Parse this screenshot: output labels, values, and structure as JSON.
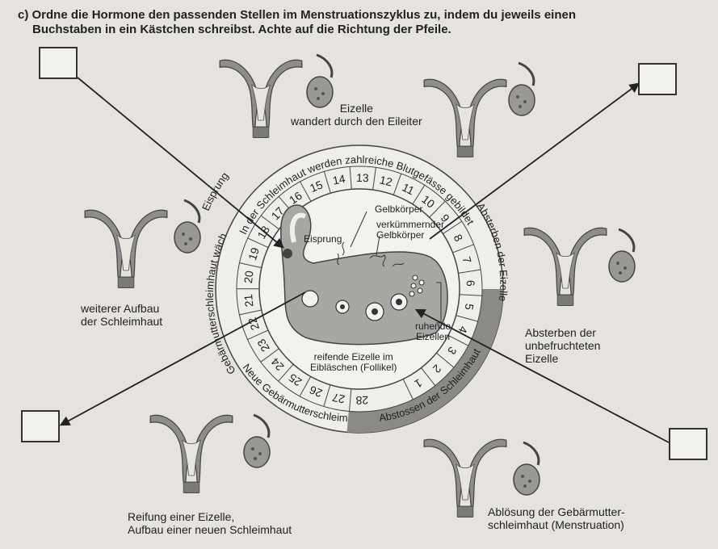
{
  "task": {
    "label": "c)",
    "line1": "Ordne die Hormone den passenden Stellen im Menstruationszyklus zu, indem du jeweils einen",
    "line2": "Buchstaben in ein Kästchen schreibst. Achte auf die Richtung der Pfeile."
  },
  "answer_boxes": [
    "",
    "",
    "",
    ""
  ],
  "stage_labels": {
    "top": "Eizelle\nwandert durch den Eileiter",
    "left": "weiterer Aufbau\nder Schleimhaut",
    "right": "Absterben der\nunbefruchteten\nEizelle",
    "bottom_left": "Reifung einer Eizelle,\nAufbau einer neuen Schleimhaut",
    "bottom_right": "Ablösung der Gebärmutter-\nschleimhaut (Menstruation)"
  },
  "ring": {
    "days": [
      "1",
      "2",
      "3",
      "4",
      "5",
      "6",
      "7",
      "8",
      "9",
      "10",
      "11",
      "12",
      "13",
      "14",
      "15",
      "16",
      "17",
      "18",
      "19",
      "20",
      "21",
      "22",
      "23",
      "24",
      "25",
      "26",
      "27",
      "28"
    ],
    "arc_texts": {
      "top": "In der Schleimhaut werden zahlreiche Blutgefässe gebildet",
      "right": "Absterben der Eizelle",
      "left": "Gebärmutterschleimhaut wächst heran",
      "bottom_left": "Neue Gebärmutterschleimhaut",
      "bottom_right": "Abstossen der Schleimhaut",
      "upper_left": "Eisprung"
    }
  },
  "ovary_labels": {
    "gelbkoerper": "Gelbkörper",
    "verkuemmert": "verkümmernder\nGelbkörper",
    "eisprung": "Eisprung",
    "ruhende": "ruhende\nEizellen",
    "reifende": "reifende Eizelle im\nEibläschen (Follikel)"
  },
  "colors": {
    "background": "#e6e3de",
    "uterus_fill": "#8f8d8a",
    "ring_dark": "#8c8a87",
    "ring_light": "#f0eeea"
  }
}
